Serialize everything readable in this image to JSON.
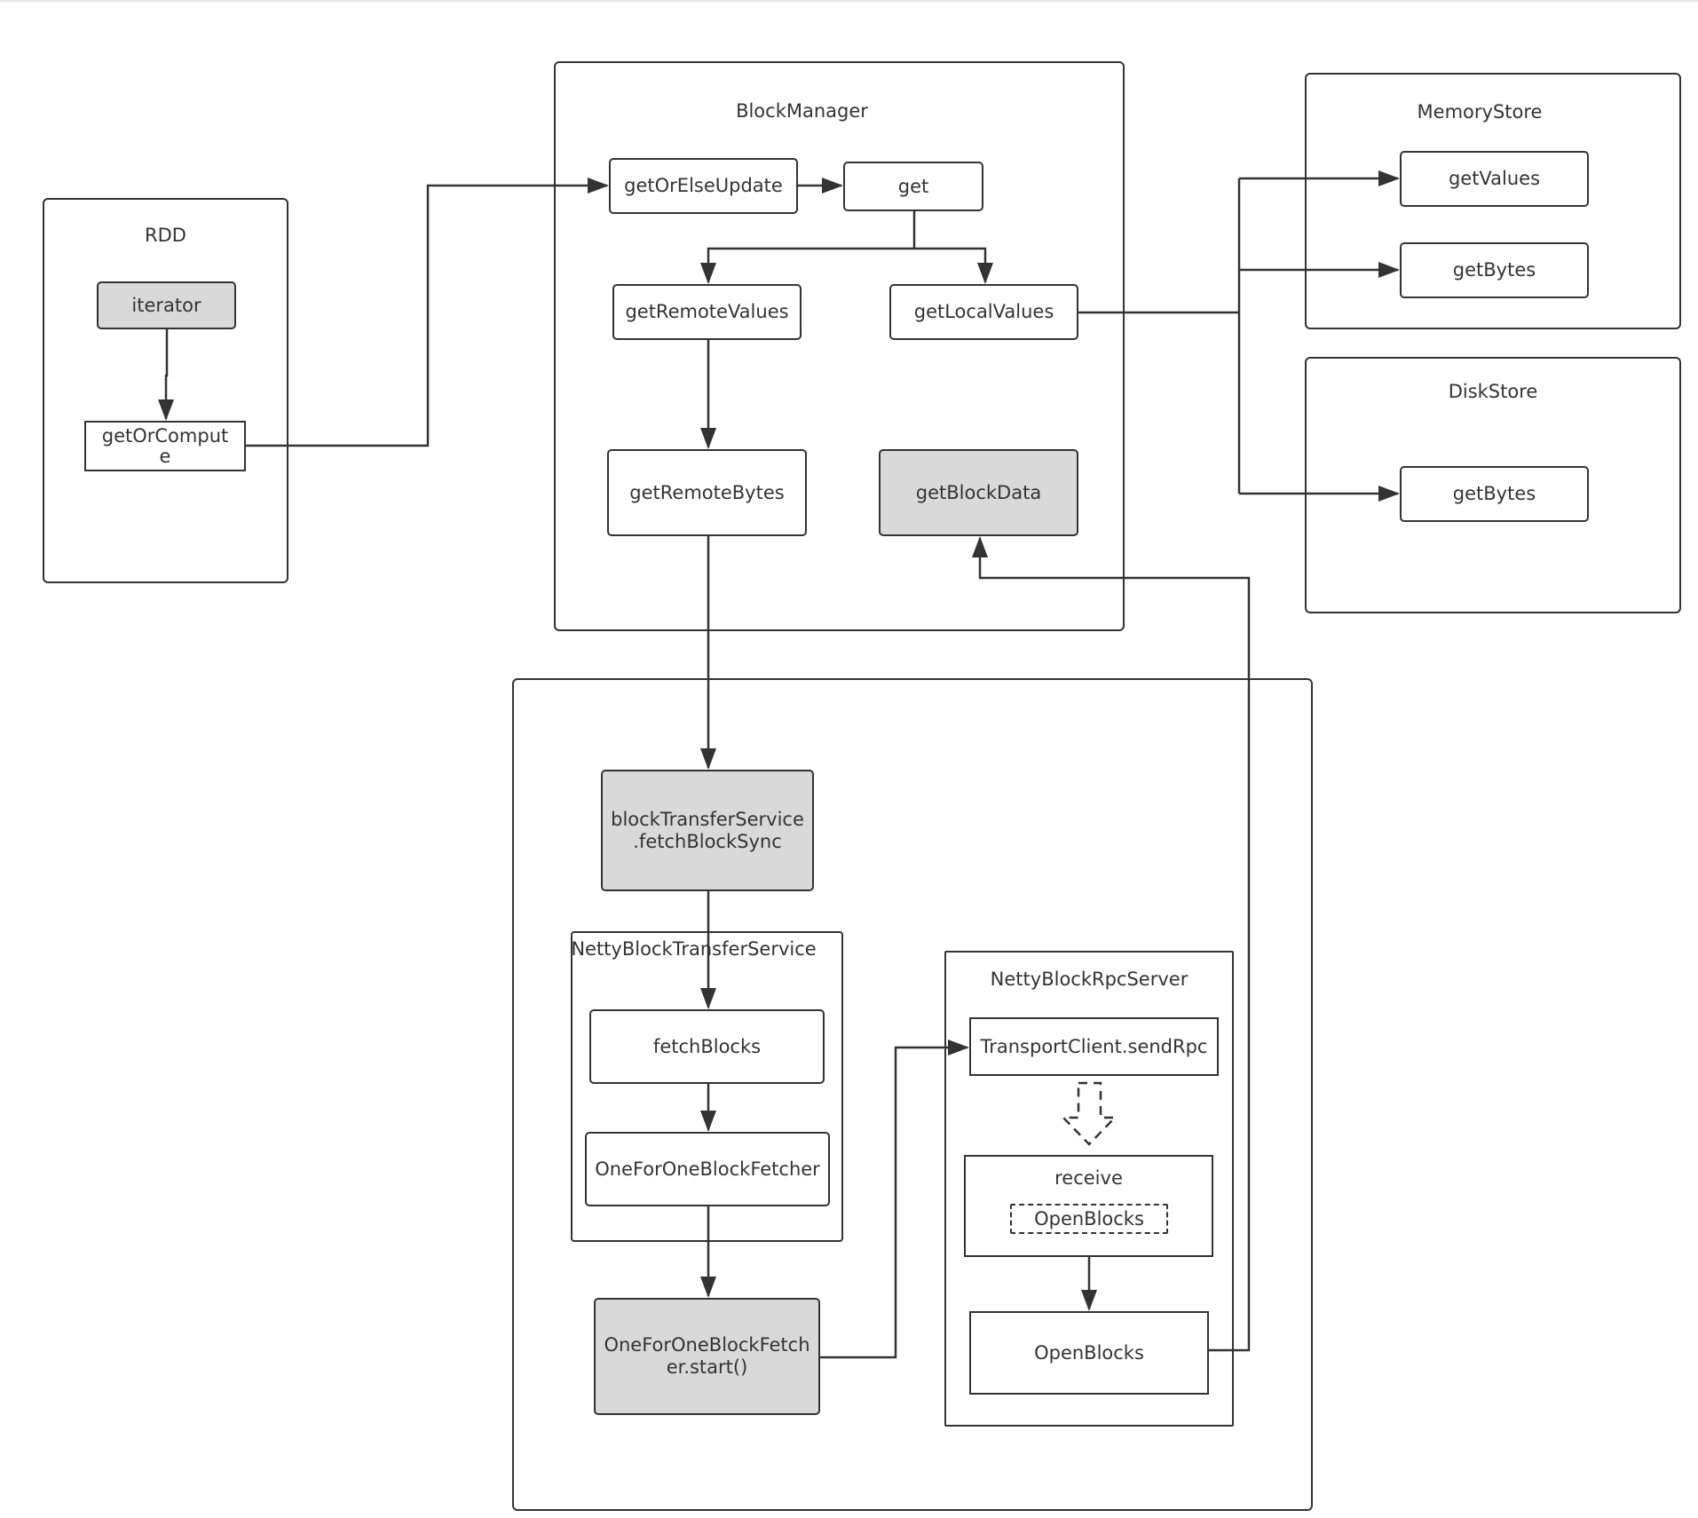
{
  "containers": {
    "rdd": "RDD",
    "block_manager": "BlockManager",
    "memory_store": "MemoryStore",
    "disk_store": "DiskStore",
    "transfer_group": "",
    "netty_block_transfer_service": "NettyBlockTransferService",
    "netty_block_rpc_server": "NettyBlockRpcServer"
  },
  "nodes": {
    "iterator": "iterator",
    "get_or_compute": "getOrComput\ne",
    "get_or_else_update": "getOrElseUpdate",
    "get": "get",
    "get_remote_values": "getRemoteValues",
    "get_local_values": "getLocalValues",
    "get_remote_bytes": "getRemoteBytes",
    "get_block_data": "getBlockData",
    "memory_get_values": "getValues",
    "memory_get_bytes": "getBytes",
    "disk_get_bytes": "getBytes",
    "fetch_block_sync": "blockTransferService\n.fetchBlockSync",
    "fetch_blocks": "fetchBlocks",
    "one_for_one_block_fetcher": "OneForOneBlockFetcher",
    "fetcher_start": "OneForOneBlockFetch\ner.start()",
    "transport_client_send_rpc": "TransportClient.sendRpc",
    "receive": "receive",
    "receive_open_blocks": "OpenBlocks",
    "open_blocks": "OpenBlocks"
  },
  "colors": {
    "line": "#333333",
    "highlight_fill": "#d9d9d9",
    "node_fill": "#ffffff"
  }
}
